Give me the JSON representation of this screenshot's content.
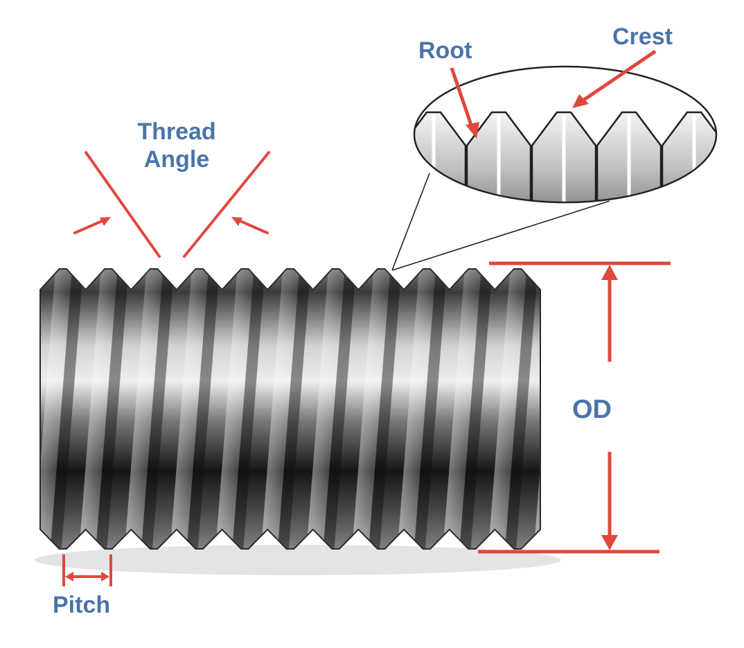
{
  "labels": {
    "thread_angle_line1": "Thread",
    "thread_angle_line2": "Angle",
    "root": "Root",
    "crest": "Crest",
    "od": "OD",
    "pitch": "Pitch"
  },
  "colors": {
    "annotation_red": "#e0473d",
    "label_blue": "#4b74a8",
    "steel_dark": "#1c1c1c",
    "steel_light": "#e6e6e6"
  },
  "thread": {
    "visible_crests": 11
  },
  "icons": [
    "thread-angle-arrow-icon",
    "root-arrow-icon",
    "crest-arrow-icon",
    "od-arrow-icon",
    "pitch-arrow-icon"
  ]
}
